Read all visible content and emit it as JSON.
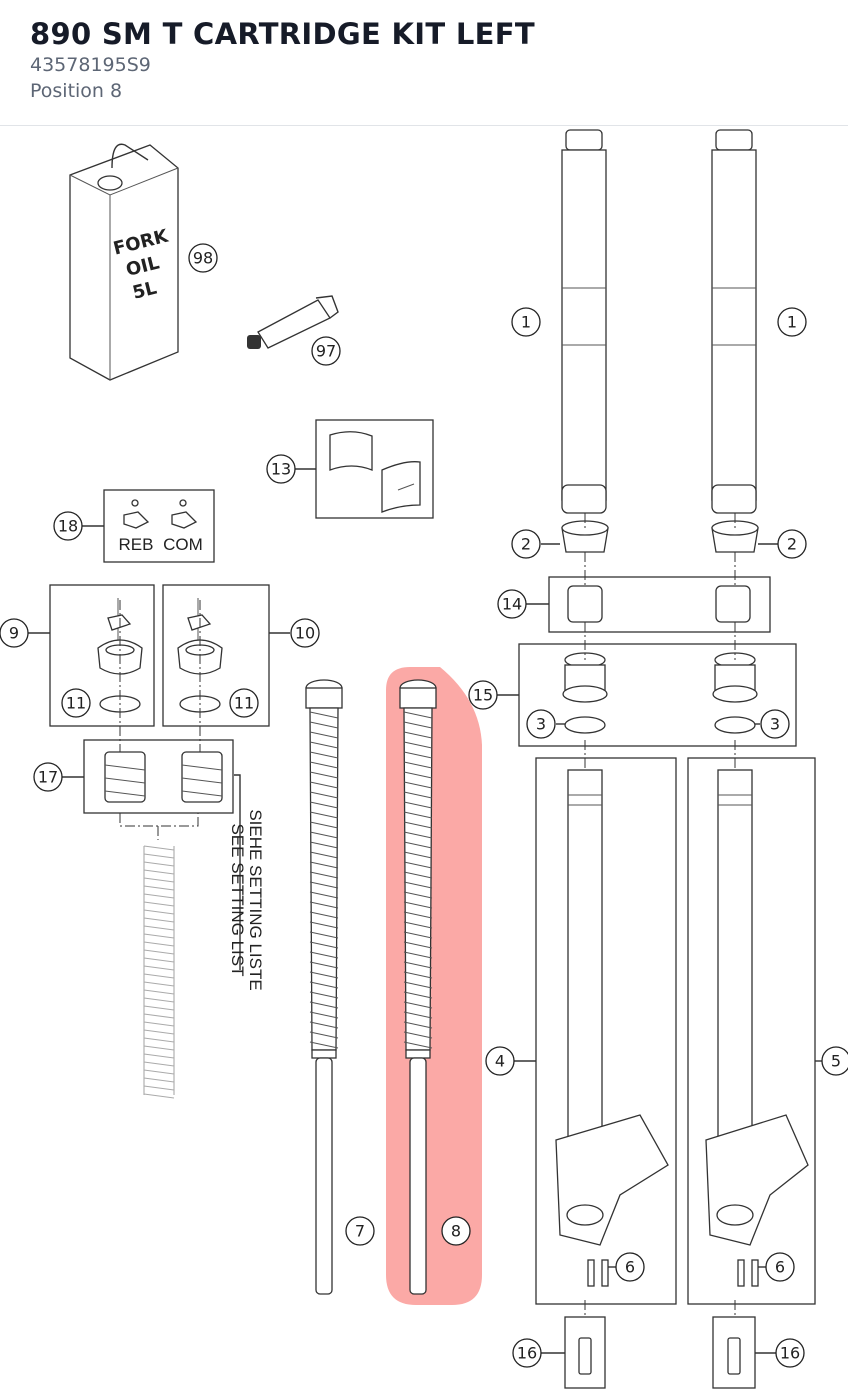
{
  "header": {
    "title": "890 SM T CARTRIDGE KIT LEFT",
    "part_number": "43578195S9",
    "position": "Position 8"
  },
  "diagram": {
    "highlight_color": "#fba9a6",
    "selected_callout": "8",
    "callouts": [
      "98",
      "97",
      "1",
      "1",
      "13",
      "18",
      "2",
      "2",
      "14",
      "9",
      "10",
      "15",
      "11",
      "11",
      "3",
      "3",
      "17",
      "4",
      "5",
      "6",
      "6",
      "7",
      "8",
      "16",
      "16"
    ],
    "labels": {
      "oil_line1": "FORK",
      "oil_line2": "OIL",
      "oil_line3": "5L",
      "reb": "REB",
      "com": "COM",
      "setting_de": "SIEHE SETTING LISTE",
      "setting_en": "SEE SETTING LIST"
    }
  }
}
